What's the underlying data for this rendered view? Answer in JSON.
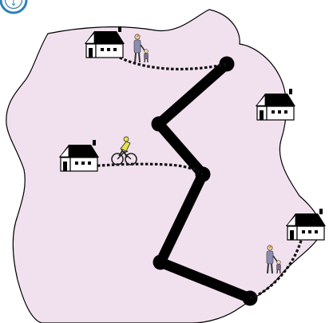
{
  "map": {
    "land_color": "#f1e1ee",
    "border_color": "#000000",
    "road_color": "#000000",
    "path_color": "#111111"
  },
  "compass_badge": {
    "icon": "compass-badge-icon",
    "ring_color": "#2f7fb5",
    "fill_color": "#ffffff",
    "glyph": "↓"
  },
  "houses": [
    {
      "id": "north-west",
      "icon": "house-icon"
    },
    {
      "id": "north-east",
      "icon": "house-icon"
    },
    {
      "id": "west",
      "icon": "house-icon"
    },
    {
      "id": "south-east",
      "icon": "house-icon"
    }
  ],
  "travelers": [
    {
      "id": "walking-pair-north",
      "icon": "walking-adult-child-icon",
      "coat_color": "#8a8fb0"
    },
    {
      "id": "cyclist-west",
      "icon": "cyclist-icon",
      "jersey_color": "#e6e24a"
    },
    {
      "id": "walking-pair-south",
      "icon": "walking-adult-child-icon",
      "coat_color": "#8a8fb0"
    }
  ],
  "route": {
    "nodes": [
      "n1",
      "n2",
      "n3",
      "n4",
      "n5"
    ]
  }
}
